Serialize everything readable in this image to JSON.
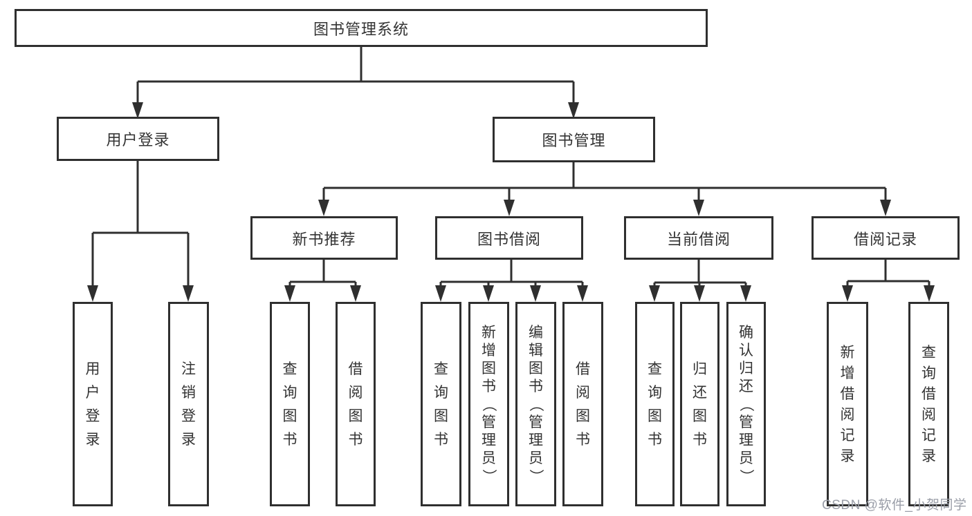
{
  "diagram": {
    "root": {
      "label": "图书管理系统"
    },
    "branches": [
      {
        "label": "用户登录",
        "children": [
          {
            "label": "用户登录"
          },
          {
            "label": "注销登录"
          }
        ]
      },
      {
        "label": "图书管理",
        "children": [
          {
            "label": "新书推荐",
            "children": [
              {
                "label": "查询图书"
              },
              {
                "label": "借阅图书"
              }
            ]
          },
          {
            "label": "图书借阅",
            "children": [
              {
                "label": "查询图书"
              },
              {
                "label": "新增图书（管理员）"
              },
              {
                "label": "编辑图书（管理员）"
              },
              {
                "label": "借阅图书"
              }
            ]
          },
          {
            "label": "当前借阅",
            "children": [
              {
                "label": "查询图书"
              },
              {
                "label": "归还图书"
              },
              {
                "label": "确认归还（管理员）"
              }
            ]
          },
          {
            "label": "借阅记录",
            "children": [
              {
                "label": "新增借阅记录"
              },
              {
                "label": "查询借阅记录"
              }
            ]
          }
        ]
      }
    ]
  },
  "watermark": {
    "text": "CSDN @软件_小贺同学"
  },
  "colors": {
    "line": "#2f2f2f",
    "text": "#333333",
    "background": "#ffffff",
    "watermark": "#9a9ea8"
  }
}
